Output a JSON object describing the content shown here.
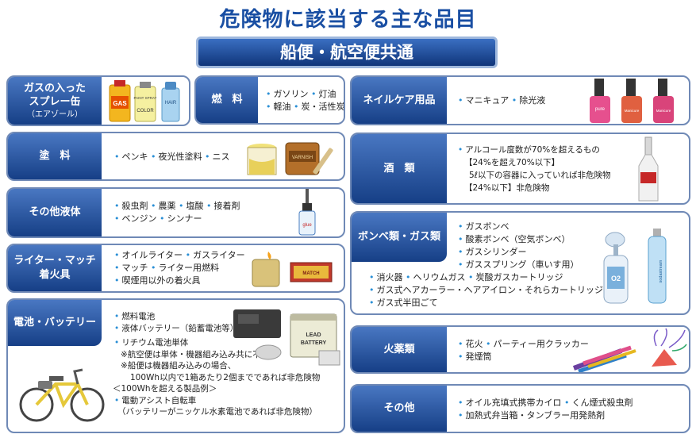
{
  "title": "危険物に該当する主な品目",
  "banner": "船便・航空便共通",
  "gas_spray": {
    "label": "ガスの入った\nスプレー缶",
    "sublabel": "（エアゾール）",
    "can1": "GAS",
    "can2_top": "PAINT SPRAY",
    "can2_bottom": "COLOR",
    "can3": "HAIR"
  },
  "fuel": {
    "label": "燃　料",
    "row1": [
      "ガソリン",
      "灯油"
    ],
    "row2": [
      "軽油",
      "炭・活性炭"
    ]
  },
  "nail": {
    "label": "ネイルケア用品",
    "row1": [
      "マニキュア",
      "除光液"
    ],
    "bottle1": "pure",
    "bottle2": "Manicure",
    "bottle3": "Manicure"
  },
  "paint": {
    "label": "塗　料",
    "row1": [
      "ペンキ",
      "夜光性塗料",
      "ニス"
    ],
    "can_label": "VARNISH"
  },
  "alcohol": {
    "label": "酒　類",
    "line1": "アルコール度数が70%を超えるもの",
    "line2": "【24%を超え70%以下】",
    "line3": "5ℓ以下の容器に入っていれば非危険物",
    "line4": "【24%以下】非危険物"
  },
  "other_liquid": {
    "label": "その他液体",
    "row1": [
      "殺虫剤",
      "農薬",
      "塩酸",
      "接着剤"
    ],
    "row2": [
      "ベンジン",
      "シンナー"
    ],
    "glue": "glue"
  },
  "cylinder": {
    "label": "ボンベ類・ガス類",
    "row1": "ガスボンベ",
    "row2": "酸素ボンベ（空気ボンベ）",
    "row3": "ガスシリンダー",
    "row4": "ガススプリング（車いす用）",
    "row5": [
      "消火器",
      "ヘリウムガス",
      "炭酸ガスカートリッジ"
    ],
    "row6": "ガス式ヘアカーラー・ヘアアイロン・それらカートリッジ",
    "row7": "ガス式半田ごて",
    "can_label": "O2",
    "soda": "sodastream"
  },
  "lighter": {
    "label": "ライター・マッチ\n着火具",
    "row1": [
      "オイルライター",
      "ガスライター"
    ],
    "row2": [
      "マッチ",
      "ライター用燃料"
    ],
    "row3": "喫煙用以外の着火具",
    "match": "MATCH"
  },
  "battery": {
    "label": "電池・バッテリー",
    "row1": "燃料電池",
    "row2": "液体バッテリー（鉛蓄電池等）",
    "row3": "リチウム電池単体",
    "note1": "※航空便は単体・機器組み込み共に不可",
    "note2": "※船便は機器組み込みの場合、",
    "note3": "100Wh以内で1箱あたり2個までであれば非危険物",
    "note4": "＜100Whを超える製品例＞",
    "row4": "電動アシスト自転車",
    "note5": "（バッテリーがニッケル水素電池であれば非危険物）",
    "lead1": "LEAD",
    "lead2": "BATTERY"
  },
  "fireworks": {
    "label": "火薬類",
    "row1": [
      "花火",
      "パーティー用クラッカー"
    ],
    "row2": "発煙筒"
  },
  "others": {
    "label": "その他",
    "row1": [
      "オイル充填式携帯カイロ",
      "くん煙式殺虫剤"
    ],
    "row2": "加熱式弁当箱・タンブラー用発熱剤"
  }
}
